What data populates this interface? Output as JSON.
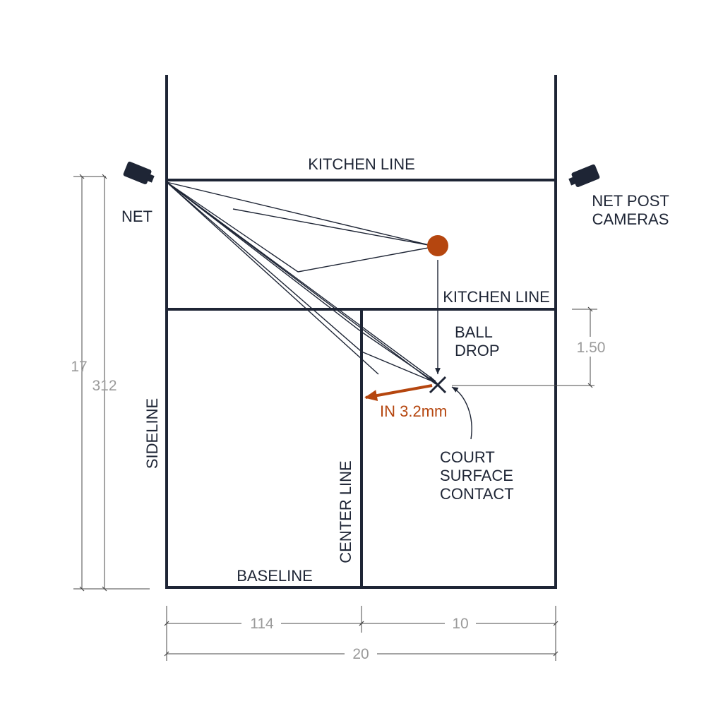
{
  "labels": {
    "kitchen_line_top": "KITCHEN LINE",
    "kitchen_line_mid": "KITCHEN LINE",
    "net": "NET",
    "net_post_cameras_1": "NET POST",
    "net_post_cameras_2": "CAMERAS",
    "ball_drop_1": "BALL",
    "ball_drop_2": "DROP",
    "sideline": "SIDELINE",
    "center_line": "CENTER LINE",
    "baseline": "BASELINE",
    "in_call": "IN 3.2mm",
    "court_surface_contact_1": "COURT",
    "court_surface_contact_2": "SURFACE",
    "court_surface_contact_3": "CONTACT"
  },
  "dimensions": {
    "left_outer": "17",
    "left_inner": "312",
    "right_offset": "1.50",
    "bottom_left": "114",
    "bottom_right": "10",
    "bottom_total": "20"
  },
  "colors": {
    "line": "#1e2535",
    "accent": "#b5460f",
    "dimension_text": "#9a9a9a"
  },
  "icons": [
    "camera-icon",
    "camera-icon",
    "ball-marker",
    "contact-cross-icon"
  ]
}
